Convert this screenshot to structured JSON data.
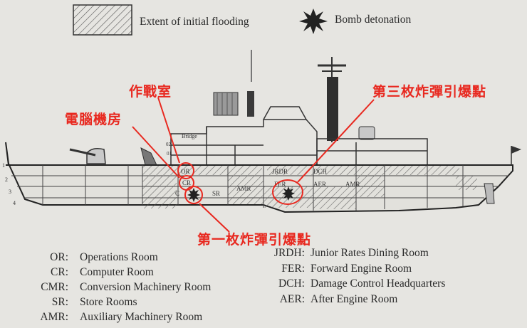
{
  "legend": {
    "flooding": "Extent of initial flooding",
    "bomb": "Bomb detonation"
  },
  "annotations": {
    "ops_room": "作戰室",
    "computer_room": "電腦機房",
    "third_bomb": "第三枚炸彈引爆點",
    "first_bomb": "第一枚炸彈引爆點"
  },
  "ship_labels": {
    "bridge": "Bridge",
    "deck_02": "02",
    "deck_01": "01",
    "or": "OR",
    "cr": "CR",
    "cmr": "C",
    "sr": "SR",
    "amr_fwd": "AMR",
    "jrdr": "JRDR",
    "dch": "DCH",
    "fer": "FER",
    "aer": "AER",
    "amr_aft": "AMR",
    "deck_1": "1",
    "deck_2": "2",
    "deck_3": "3",
    "deck_4": "4"
  },
  "abbreviations_left": [
    {
      "key": "OR:",
      "value": "Operations Room"
    },
    {
      "key": "CR:",
      "value": "Computer Room"
    },
    {
      "key": "CMR:",
      "value": "Conversion Machinery Room"
    },
    {
      "key": "SR:",
      "value": "Store Rooms"
    },
    {
      "key": "AMR:",
      "value": "Auxiliary Machinery Room"
    }
  ],
  "abbreviations_right": [
    {
      "key": "JRDH:",
      "value": "Junior Rates Dining Room"
    },
    {
      "key": "FER:",
      "value": "Forward Engine Room"
    },
    {
      "key": "DCH:",
      "value": "Damage Control Headquarters"
    },
    {
      "key": "AER:",
      "value": "After Engine Room"
    }
  ],
  "colors": {
    "annotation": "#e8281f",
    "ink": "#2a2a2a",
    "background": "#e6e5e1"
  }
}
